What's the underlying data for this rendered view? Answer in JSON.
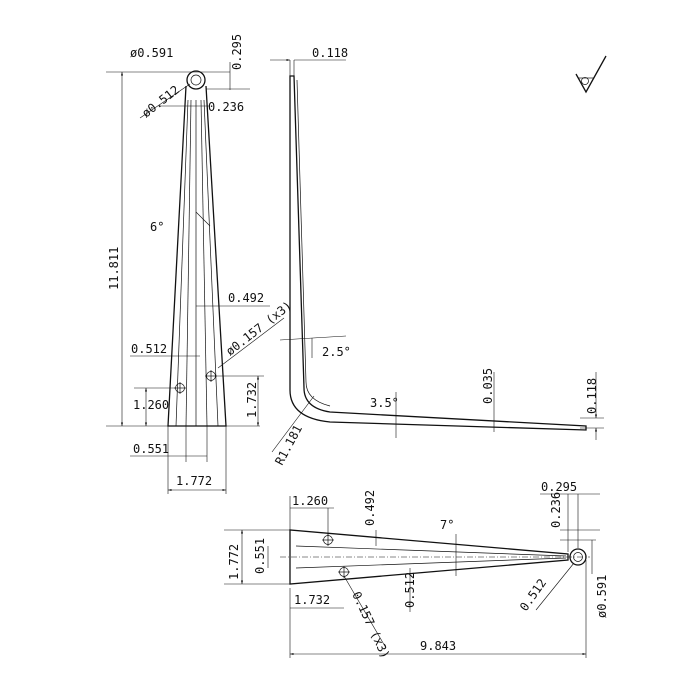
{
  "views": {
    "front": {
      "dims": {
        "eye_outer_dia": "ø0.591",
        "eye_offset": "0.295",
        "eye_inner_dia": "ø0.512",
        "top_width": "0.236",
        "height": "11.811",
        "taper_angle": "6°",
        "hole_offset": "0.492",
        "hole_dia": "ø0.157 (x3)",
        "hole_left": "0.512",
        "hole_low": "1.260",
        "hole_high": "1.732",
        "base_inner": "0.551",
        "base_width": "1.772"
      }
    },
    "side": {
      "dims": {
        "top_thickness": "0.118",
        "lean_angle": "2.5°",
        "arm_angle": "3.5°",
        "arm_thickness": "0.035",
        "tip_thickness": "0.118",
        "bend_radius": "R1.181"
      }
    },
    "top": {
      "dims": {
        "hole_left": "1.260",
        "hole_offset": "0.492",
        "taper_angle": "7°",
        "eye_offset": "0.295",
        "top_width": "0.236",
        "base_width": "1.772",
        "base_inner": "0.551",
        "hole_low": "1.732",
        "hole_dia": "0.157 (x3)",
        "hole_pos": "0.512",
        "eye_inner_dia": "0.512",
        "eye_outer_dia": "ø0.591",
        "length": "9.843"
      }
    }
  },
  "symbols": {
    "surface_finish": "surface-finish-symbol"
  }
}
